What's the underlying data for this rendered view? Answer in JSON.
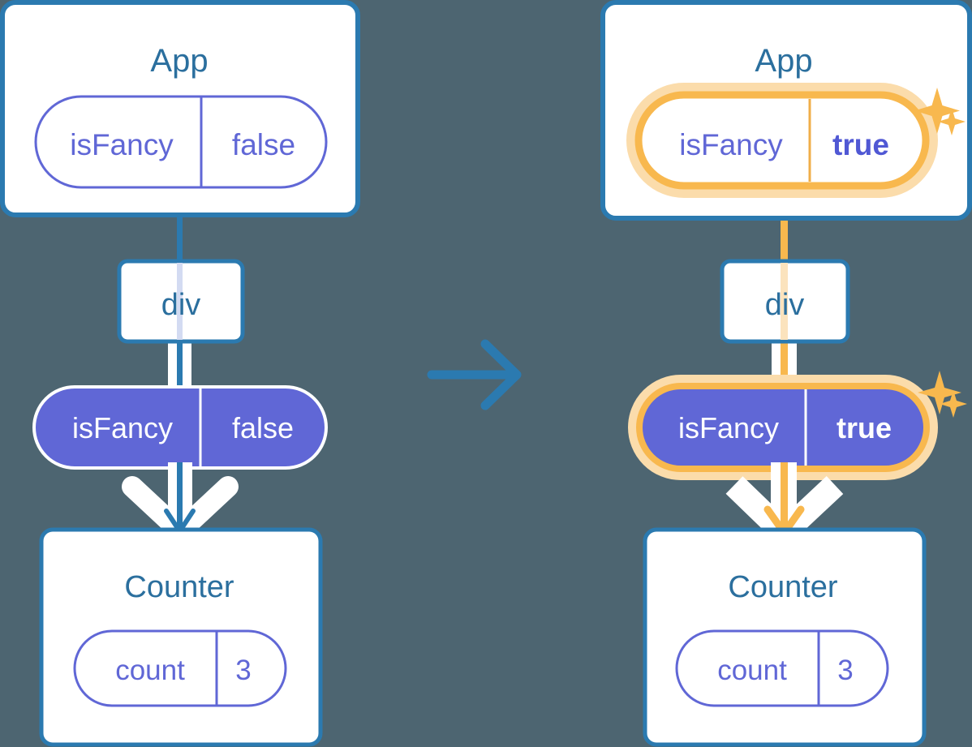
{
  "diagram": {
    "title_left": "App",
    "title_right": "App",
    "transition_icon": "right-arrow-icon",
    "colors": {
      "background": "#4d6571",
      "box_border_blue": "#2b7ab0",
      "box_fill": "#ffffff",
      "text_blue": "#2b6f9e",
      "pill_purple": "#6067d6",
      "pill_text_purple": "#6067d6",
      "pill_text_white": "#ffffff",
      "highlight_orange": "#f8b84e",
      "highlight_orange_soft": "#fbdcab",
      "line_lavender": "#d3dbf2",
      "arrow_white": "#ffffff"
    }
  },
  "left": {
    "app": {
      "name": "App",
      "state": {
        "key": "isFancy",
        "value": "false",
        "highlighted": false
      }
    },
    "div": {
      "name": "div"
    },
    "prop": {
      "key": "isFancy",
      "value": "false",
      "highlighted": false
    },
    "counter": {
      "name": "Counter",
      "state": {
        "key": "count",
        "value": "3"
      }
    }
  },
  "right": {
    "app": {
      "name": "App",
      "state": {
        "key": "isFancy",
        "value": "true",
        "highlighted": true
      }
    },
    "div": {
      "name": "div"
    },
    "prop": {
      "key": "isFancy",
      "value": "true",
      "highlighted": true
    },
    "counter": {
      "name": "Counter",
      "state": {
        "key": "count",
        "value": "3"
      }
    },
    "sparkles": [
      "sparkle-icon",
      "sparkle-icon"
    ]
  }
}
